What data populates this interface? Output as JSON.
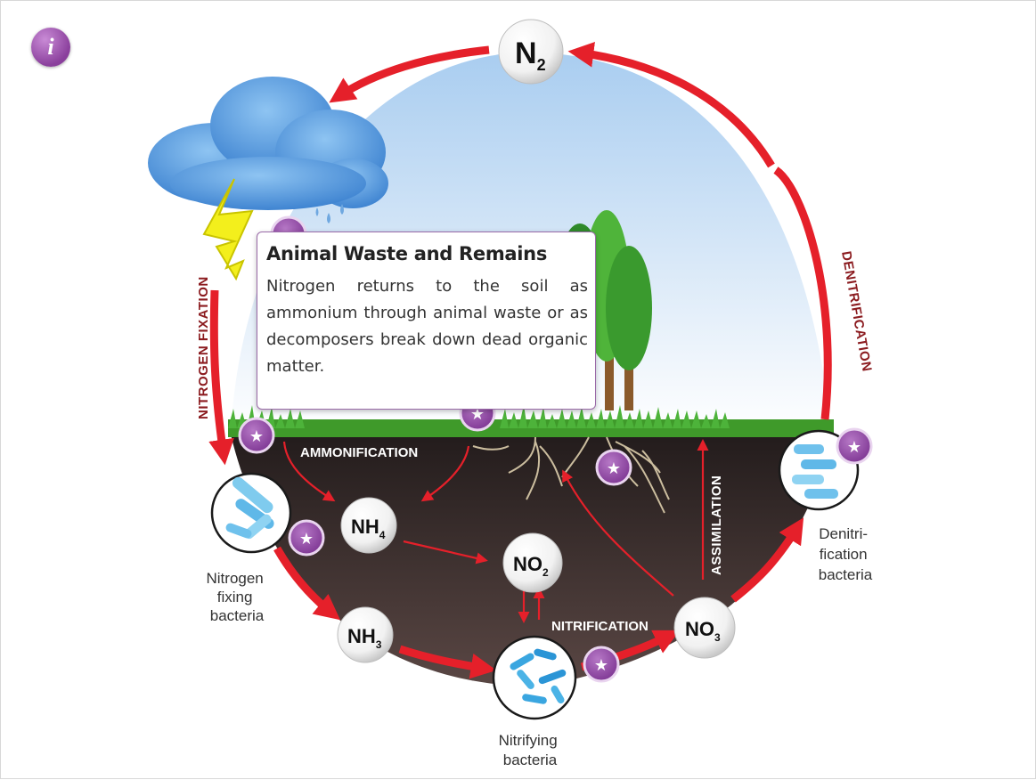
{
  "info_button": {
    "glyph": "i"
  },
  "molecules": {
    "n2": {
      "main": "N",
      "sub": "2"
    },
    "nh4": {
      "main": "NH",
      "sub": "4"
    },
    "nh3": {
      "main": "NH",
      "sub": "3"
    },
    "no2": {
      "main": "NO",
      "sub": "2"
    },
    "no3": {
      "main": "NO",
      "sub": "3"
    }
  },
  "processes": {
    "nitrogen_fixation": "NITROGEN FIXATION",
    "denitrification": "DENITRIFICATION",
    "ammonification": "AMMONIFICATION",
    "nitrification": "NITRIFICATION",
    "assimilation": "ASSIMILATION"
  },
  "organisms": {
    "nitrogen_fixing": [
      "Nitrogen",
      "fixing",
      "bacteria"
    ],
    "nitrifying": [
      "Nitrifying",
      "bacteria"
    ],
    "denitrification": [
      "Denitri-",
      "fication",
      "bacteria"
    ]
  },
  "hotspot_glyph": "★",
  "tooltip": {
    "title": "Animal Waste and Remains",
    "body": "Nitrogen returns to the soil as ammonium through animal waste or as decomposers break down dead organic matter."
  },
  "colors": {
    "arrow_red": "#e5202a",
    "label_dark_red": "#8b1b1f",
    "soil_dark": "#2a2322",
    "grass_green": "#3f9a2a",
    "hotspot_purple": "#8e44a3",
    "sky_top": "#a9cdf0"
  }
}
